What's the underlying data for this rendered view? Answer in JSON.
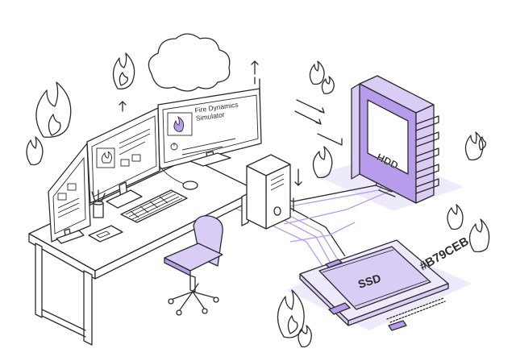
{
  "app": {
    "window_title": "Fire Dynamics Simulator"
  },
  "labels": {
    "hdd": "HDD",
    "ssd": "SSD",
    "color_code": "#B79CEB"
  },
  "colors": {
    "accent": "#B79CEB",
    "accent_light": "#D9CCF5",
    "accent_pale": "#EFEAFB",
    "line": "#2B2B2B",
    "background": "#FFFFFF"
  },
  "icons": [
    "flame-icon",
    "cloud-icon",
    "power-icon",
    "arrow-icon"
  ]
}
